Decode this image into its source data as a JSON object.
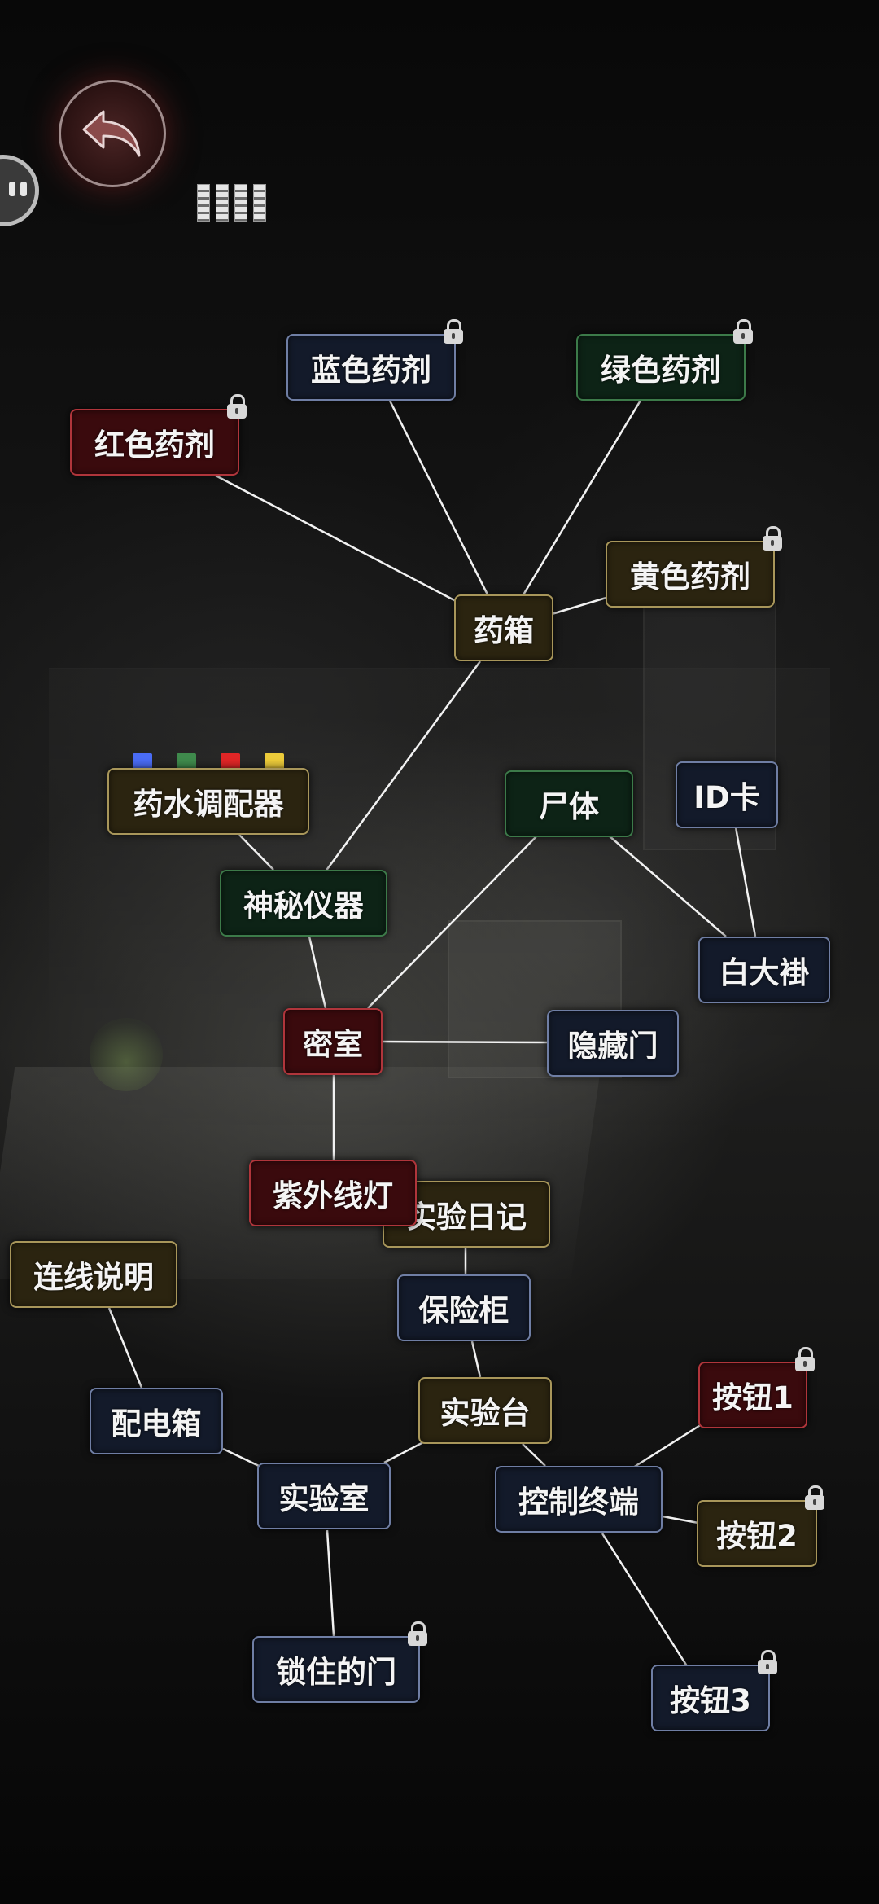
{
  "nav": {
    "back_icon": "back-arrow-icon",
    "menu_icon": "pause-handle-icon"
  },
  "colors": {
    "blue_border": "#6f7ea4",
    "green_border": "#3c7a49",
    "red_border": "#b0353b",
    "yellow_border": "#a8965a",
    "link": "#f2f2f2"
  },
  "potion_swatches": [
    "#4a6cf5",
    "#3f8a4c",
    "#e02626",
    "#eccb3a"
  ],
  "nodes": {
    "blue_potion": {
      "label": "蓝色药剂",
      "style": "blue",
      "locked": true
    },
    "green_potion": {
      "label": "绿色药剂",
      "style": "green",
      "locked": true
    },
    "red_potion": {
      "label": "红色药剂",
      "style": "red",
      "locked": true
    },
    "yellow_potion": {
      "label": "黄色药剂",
      "style": "yellow",
      "locked": true
    },
    "medicine_box": {
      "label": "药箱",
      "style": "yellow",
      "locked": false
    },
    "potion_mixer": {
      "label": "药水调配器",
      "style": "yellow",
      "locked": false
    },
    "corpse": {
      "label": "尸体",
      "style": "green",
      "locked": false
    },
    "id_card": {
      "label": "ID卡",
      "style": "blue",
      "locked": false
    },
    "mystery_device": {
      "label": "神秘仪器",
      "style": "green",
      "locked": false
    },
    "lab_coat": {
      "label": "白大褂",
      "style": "blue",
      "locked": false
    },
    "secret_room": {
      "label": "密室",
      "style": "red",
      "locked": false
    },
    "hidden_door": {
      "label": "隐藏门",
      "style": "blue",
      "locked": false
    },
    "uv_lamp": {
      "label": "紫外线灯",
      "style": "red",
      "locked": false
    },
    "lab_diary": {
      "label": "实验日记",
      "style": "yellow",
      "locked": false
    },
    "link_help": {
      "label": "连线说明",
      "style": "yellow",
      "locked": false
    },
    "safe": {
      "label": "保险柜",
      "style": "blue",
      "locked": false
    },
    "button_1": {
      "label": "按钮1",
      "style": "red",
      "locked": true
    },
    "lab_bench": {
      "label": "实验台",
      "style": "yellow",
      "locked": false
    },
    "power_box": {
      "label": "配电箱",
      "style": "blue",
      "locked": false
    },
    "laboratory": {
      "label": "实验室",
      "style": "blue",
      "locked": false
    },
    "control_terminal": {
      "label": "控制终端",
      "style": "blue",
      "locked": false
    },
    "button_2": {
      "label": "按钮2",
      "style": "yellow",
      "locked": true
    },
    "locked_door": {
      "label": "锁住的门",
      "style": "blue",
      "locked": true
    },
    "button_3": {
      "label": "按钮3",
      "style": "blue",
      "locked": true
    }
  }
}
